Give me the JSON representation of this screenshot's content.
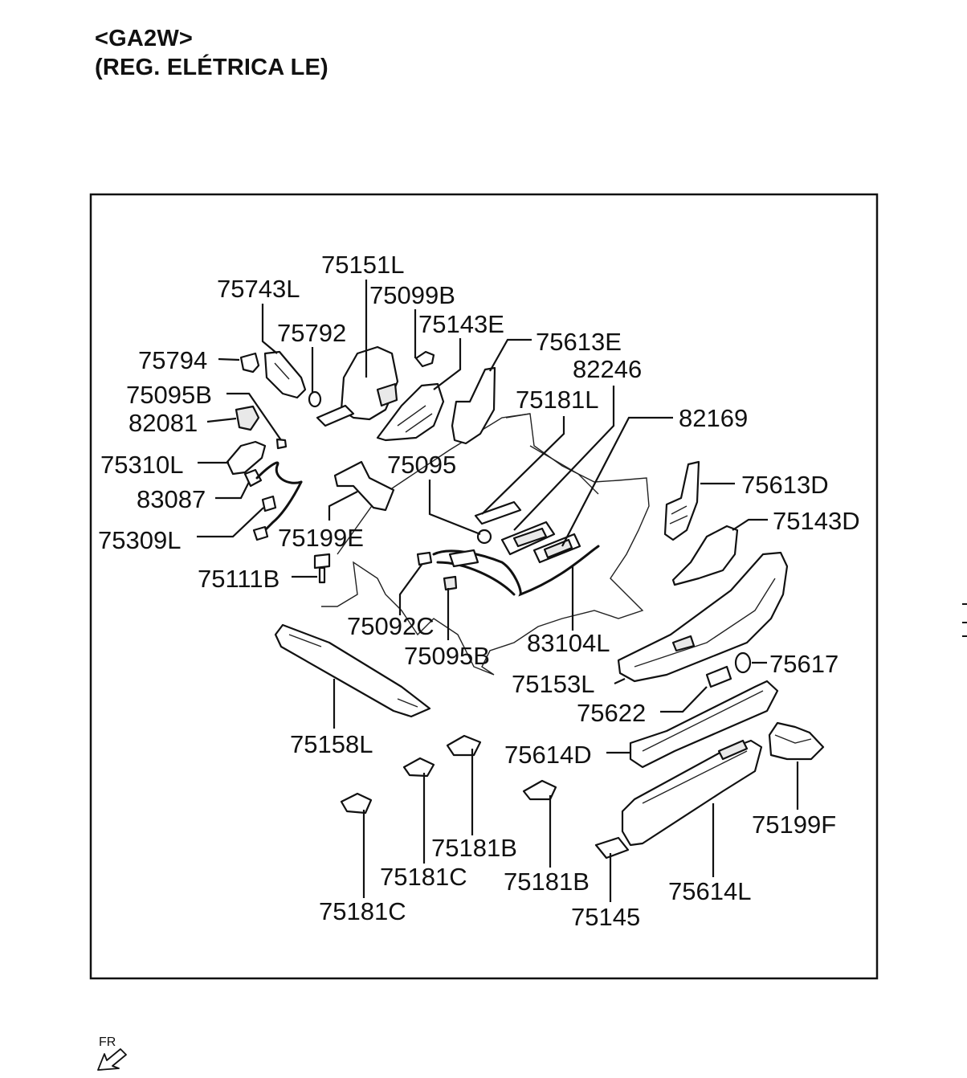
{
  "header": {
    "line1": "<GA2W>",
    "line2": "(REG. ELÉTRICA LE)"
  },
  "orientation": {
    "label": "FR",
    "icon": "front-direction-arrow-icon"
  },
  "parts": [
    {
      "id": "75151L",
      "label": "75151L"
    },
    {
      "id": "75743L",
      "label": "75743L"
    },
    {
      "id": "75099B",
      "label": "75099B"
    },
    {
      "id": "75792",
      "label": "75792"
    },
    {
      "id": "75143E",
      "label": "75143E"
    },
    {
      "id": "75613E",
      "label": "75613E"
    },
    {
      "id": "75794",
      "label": "75794"
    },
    {
      "id": "82246",
      "label": "82246"
    },
    {
      "id": "75095B-a",
      "label": "75095B"
    },
    {
      "id": "75181L",
      "label": "75181L"
    },
    {
      "id": "82081",
      "label": "82081"
    },
    {
      "id": "82169",
      "label": "82169"
    },
    {
      "id": "75310L",
      "label": "75310L"
    },
    {
      "id": "75095",
      "label": "75095"
    },
    {
      "id": "75613D",
      "label": "75613D"
    },
    {
      "id": "83087",
      "label": "83087"
    },
    {
      "id": "75143D",
      "label": "75143D"
    },
    {
      "id": "75309L",
      "label": "75309L"
    },
    {
      "id": "75199E",
      "label": "75199E"
    },
    {
      "id": "75111B",
      "label": "75111B"
    },
    {
      "id": "75092C",
      "label": "75092C"
    },
    {
      "id": "83104L",
      "label": "83104L"
    },
    {
      "id": "75095B-b",
      "label": "75095B"
    },
    {
      "id": "75617",
      "label": "75617"
    },
    {
      "id": "75153L",
      "label": "75153L"
    },
    {
      "id": "75622",
      "label": "75622"
    },
    {
      "id": "75158L",
      "label": "75158L"
    },
    {
      "id": "75614D",
      "label": "75614D"
    },
    {
      "id": "75181B-a",
      "label": "75181B"
    },
    {
      "id": "75199F",
      "label": "75199F"
    },
    {
      "id": "75181C-a",
      "label": "75181C"
    },
    {
      "id": "75181B-b",
      "label": "75181B"
    },
    {
      "id": "75614L",
      "label": "75614L"
    },
    {
      "id": "75181C-b",
      "label": "75181C"
    },
    {
      "id": "75145",
      "label": "75145"
    }
  ]
}
